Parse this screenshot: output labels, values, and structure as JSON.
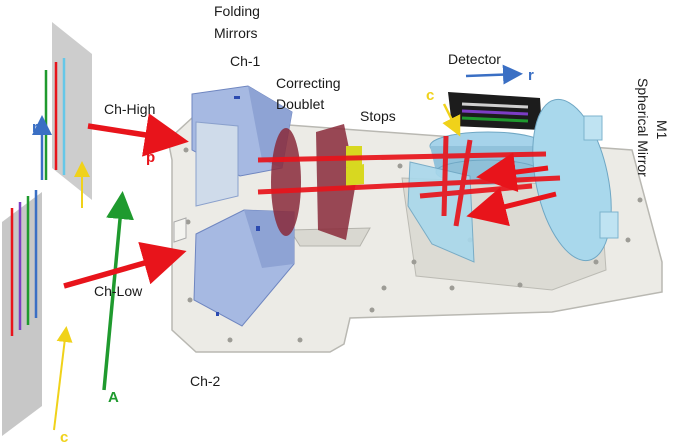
{
  "labels": {
    "folding_mirrors_line1": "Folding",
    "folding_mirrors_line2": "Mirrors",
    "ch1": "Ch-1",
    "correcting_doublet_line1": "Correcting",
    "correcting_doublet_line2": "Doublet",
    "stops": "Stops",
    "detector": "Detector",
    "m1_line1": "M1",
    "m1_line2": "Spherical Mirror",
    "ch_high": "Ch-High",
    "ch_low": "Ch-Low",
    "ch2": "Ch-2"
  },
  "axis_labels": {
    "r_left": "r",
    "r_detector": "r",
    "p": "p",
    "c_detector": "c",
    "c_bottom": "c",
    "a": "A"
  },
  "colors": {
    "beam_red": "#e8141b",
    "axis_blue": "#3a6fc4",
    "axis_yellow": "#f0d21a",
    "axis_green": "#1f9a2e",
    "baseplate": "#ecebe6",
    "mirror_blue": "#a6b9e2",
    "m1_blue": "#a9d8ec",
    "lens_maroon": "#8a2a3a",
    "detector_black": "#1c1c1c"
  }
}
